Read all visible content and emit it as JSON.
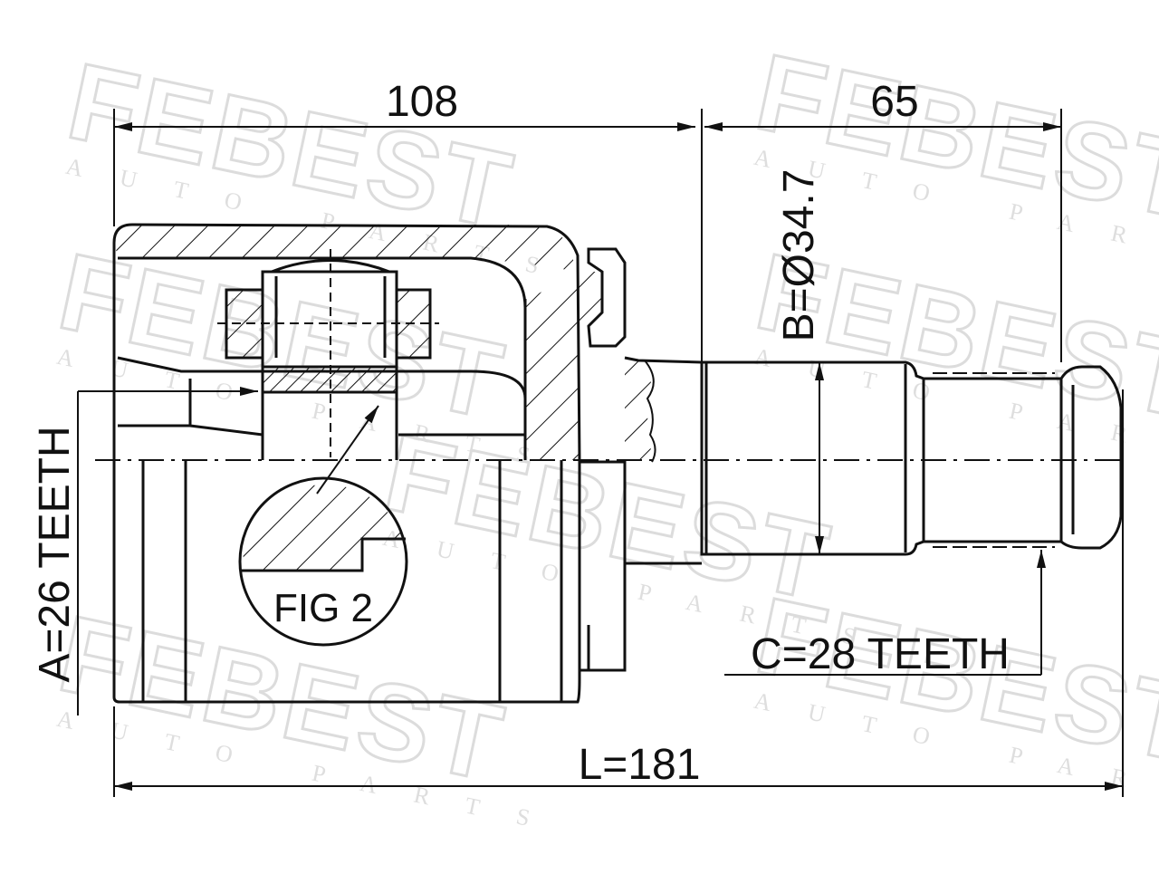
{
  "drawing": {
    "dim_length_joint": "108",
    "dim_length_shaft": "65",
    "dim_diameter": "B=Ø34.7",
    "dim_teeth_a": "A=26 TEETH",
    "dim_teeth_c": "C=28 TEETH",
    "dim_total": "L=181",
    "fig_label": "FIG 2"
  },
  "watermark": {
    "brand": "FEBEST",
    "tagline": "AUTO PARTS"
  },
  "colors": {
    "line": "#111111",
    "watermark": "#dcdcdc",
    "background": "#ffffff"
  }
}
